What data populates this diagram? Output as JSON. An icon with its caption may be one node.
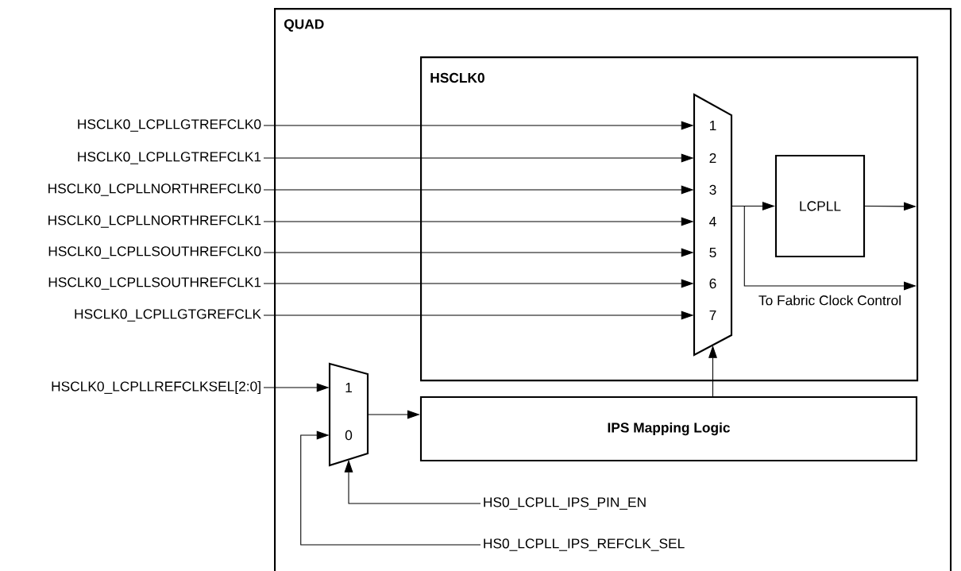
{
  "diagram": {
    "nodes": [
      {
        "text": [
          "QUAD"
        ]
      },
      {
        "text": [
          "HSCLK0"
        ],
        "in": 0
      },
      {
        "text": [
          "1",
          "2",
          "3",
          "4",
          "5",
          "6",
          "7"
        ],
        "in": 1
      },
      {
        "text": [
          "LCPLL"
        ],
        "in": 1
      },
      {
        "text": [
          "1",
          "0"
        ],
        "in": 0
      },
      {
        "text": [
          "IPS Mapping Logic"
        ],
        "in": 0
      },
      {
        "text": [
          "HSCLK0_LCPLLGTREFCLK0"
        ]
      },
      {
        "text": [
          "HSCLK0_LCPLLGTREFCLK1"
        ]
      },
      {
        "text": [
          "HSCLK0_LCPLLNORTHREFCLK0"
        ]
      },
      {
        "text": [
          "HSCLK0_LCPLLNORTHREFCLK1"
        ]
      },
      {
        "text": [
          "HSCLK0_LCPLLSOUTHREFCLK0"
        ]
      },
      {
        "text": [
          "HSCLK0_LCPLLSOUTHREFCLK1"
        ]
      },
      {
        "text": [
          "HSCLK0_LCPLLGTGREFCLK"
        ]
      },
      {
        "text": [
          "HSCLK0_LCPLLREFCLKSEL[2:0]"
        ]
      },
      {
        "text": [
          "HS0_LCPLL_IPS_PIN_EN"
        ],
        "in": 0
      },
      {
        "text": [
          "HS0_LCPLL_IPS_REFCLK_SEL"
        ],
        "in": 0
      }
    ],
    "edges": [
      {
        "from": 6,
        "to": 2,
        "arrow": "to"
      },
      {
        "from": 7,
        "to": 2,
        "arrow": "to"
      },
      {
        "from": 8,
        "to": 2,
        "arrow": "to"
      },
      {
        "from": 9,
        "to": 2,
        "arrow": "to"
      },
      {
        "from": 10,
        "to": 2,
        "arrow": "to"
      },
      {
        "from": 11,
        "to": 2,
        "arrow": "to"
      },
      {
        "from": 12,
        "to": 2,
        "arrow": "to"
      },
      {
        "from": 13,
        "to": 4,
        "arrow": "to"
      },
      {
        "from": 14,
        "to": 4,
        "arrow": "to"
      },
      {
        "from": 15,
        "to": 4,
        "arrow": "to"
      },
      {
        "from": 4,
        "to": 5,
        "arrow": "to"
      },
      {
        "from": 5,
        "to": 2,
        "arrow": "to"
      },
      {
        "from": 2,
        "to": 3,
        "arrow": "to"
      },
      {
        "from": 3,
        "to": null,
        "arrow": "to"
      },
      {
        "from": 2,
        "to": null,
        "arrow": "to",
        "label": "To Fabric Clock Control"
      }
    ]
  }
}
